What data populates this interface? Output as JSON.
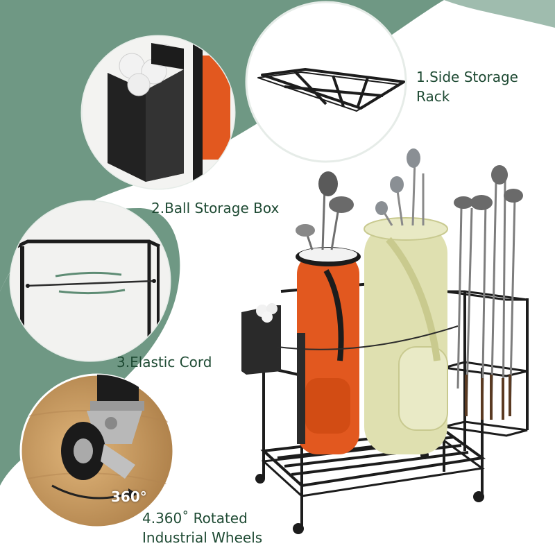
{
  "features": {
    "side_rack": {
      "line1": "1.Side Storage",
      "line2": "Rack",
      "icon": "wire-rack-icon"
    },
    "ball_box": {
      "line1": "2.Ball Storage Box",
      "icon": "ball-box-icon"
    },
    "elastic_cord": {
      "line1": "3.Elastic Cord",
      "icon": "elastic-cord-icon"
    },
    "wheels": {
      "line1": "4.360˚ Rotated",
      "line2": "Industrial Wheels",
      "badge": "360°",
      "icon": "caster-wheel-icon"
    }
  },
  "colors": {
    "background_green": "#6f9884",
    "label_green": "#1e4a33",
    "frame_black": "#1c1c1c",
    "bag_orange": "#e2581f",
    "bag_cream": "#dfe0b0",
    "wood": "#c79a62"
  }
}
